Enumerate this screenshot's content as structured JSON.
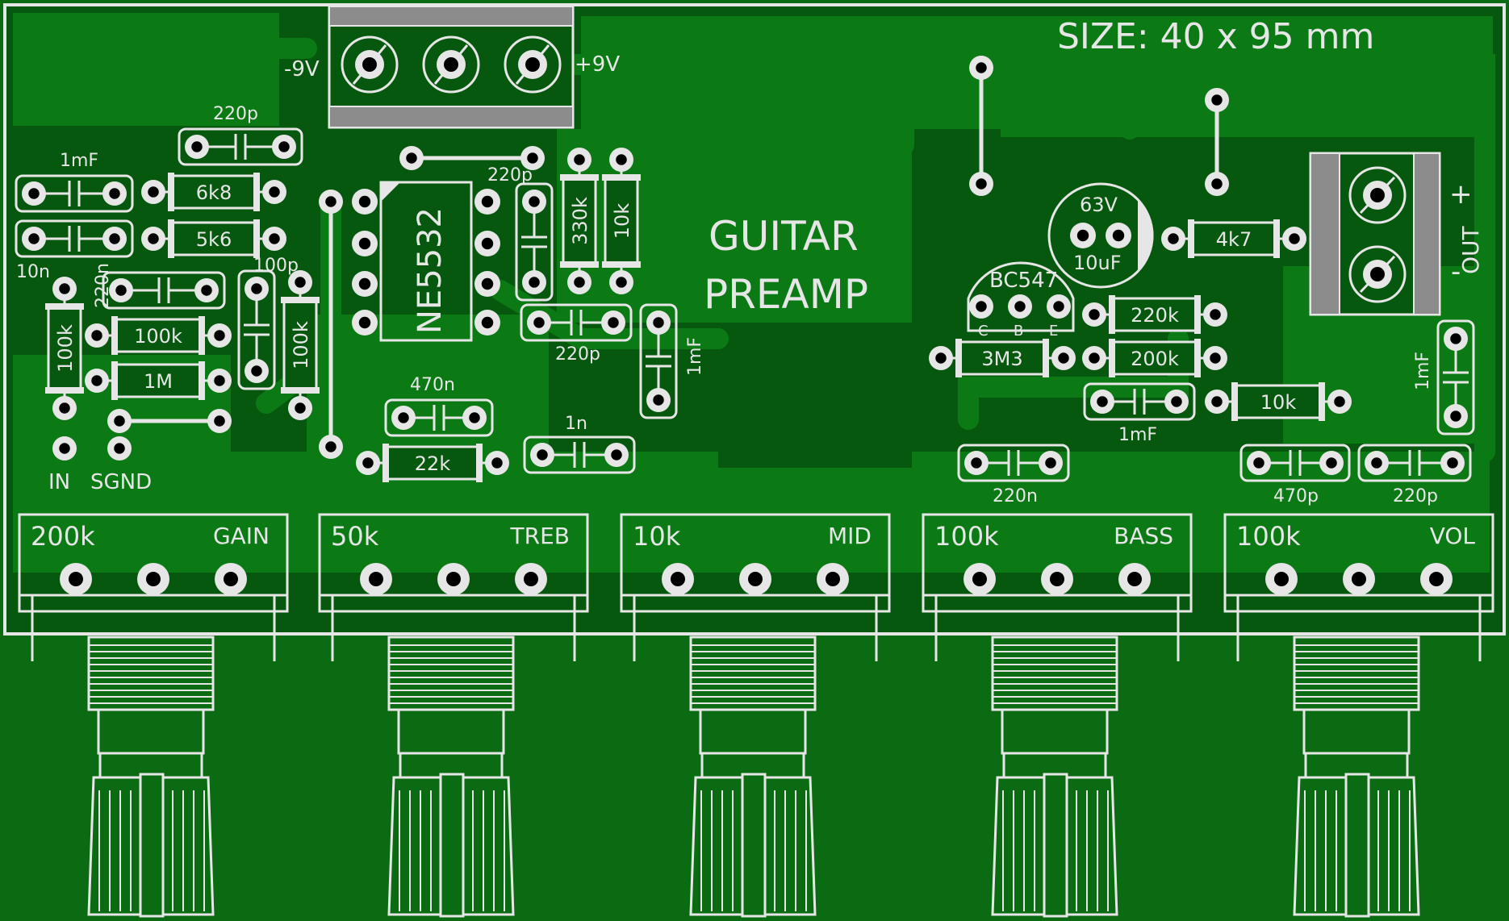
{
  "board": {
    "size_label": "SIZE: 40 x 95 mm",
    "title_line1": "GUITAR",
    "title_line2": "PREAMP"
  },
  "power": {
    "minus": "-9V",
    "plus": "+9V"
  },
  "output": {
    "plus": "+",
    "minus": "-",
    "label": "OUT"
  },
  "ic": {
    "name": "NE5532"
  },
  "transistor": {
    "name": "BC547",
    "pins": [
      "C",
      "B",
      "E"
    ]
  },
  "electrolytic": {
    "voltage": "63V",
    "value": "10uF"
  },
  "io_labels": {
    "input": "IN",
    "ground": "SGND"
  },
  "resistors": {
    "r6k8": "6k8",
    "r5k6": "5k6",
    "r100k_a": "100k",
    "r100k_b": "100k",
    "r1m": "1M",
    "r100k_c": "100k",
    "r330k": "330k",
    "r10k_a": "10k",
    "r22k": "22k",
    "r4k7": "4k7",
    "r220k": "220k",
    "r200k": "200k",
    "r3m3": "3M3",
    "r10k_b": "10k"
  },
  "capacitors": {
    "c220p_a": "220p",
    "c1mf_a": "1mF",
    "c10n": "10n",
    "c100p": "100p",
    "c220n_a": "220n",
    "c220p_b": "220p",
    "c220p_c": "220p",
    "c1mf_b": "1mF",
    "c470n": "470n",
    "c1n": "1n",
    "c1mf_c": "1mF",
    "c1mf_d": "1mF",
    "c220n_b": "220n",
    "c470p": "470p",
    "c220p_d": "220p"
  },
  "potentiometers": [
    {
      "value": "200k",
      "name": "GAIN"
    },
    {
      "value": "50k",
      "name": "TREB"
    },
    {
      "value": "10k",
      "name": "MID"
    },
    {
      "value": "100k",
      "name": "BASS"
    },
    {
      "value": "100k",
      "name": "VOL"
    }
  ],
  "colors": {
    "background": "#0b6b12",
    "board": "#075a10",
    "copper": "#0b7a15",
    "silkscreen": "#e6e6e6",
    "pad": "#000000"
  }
}
